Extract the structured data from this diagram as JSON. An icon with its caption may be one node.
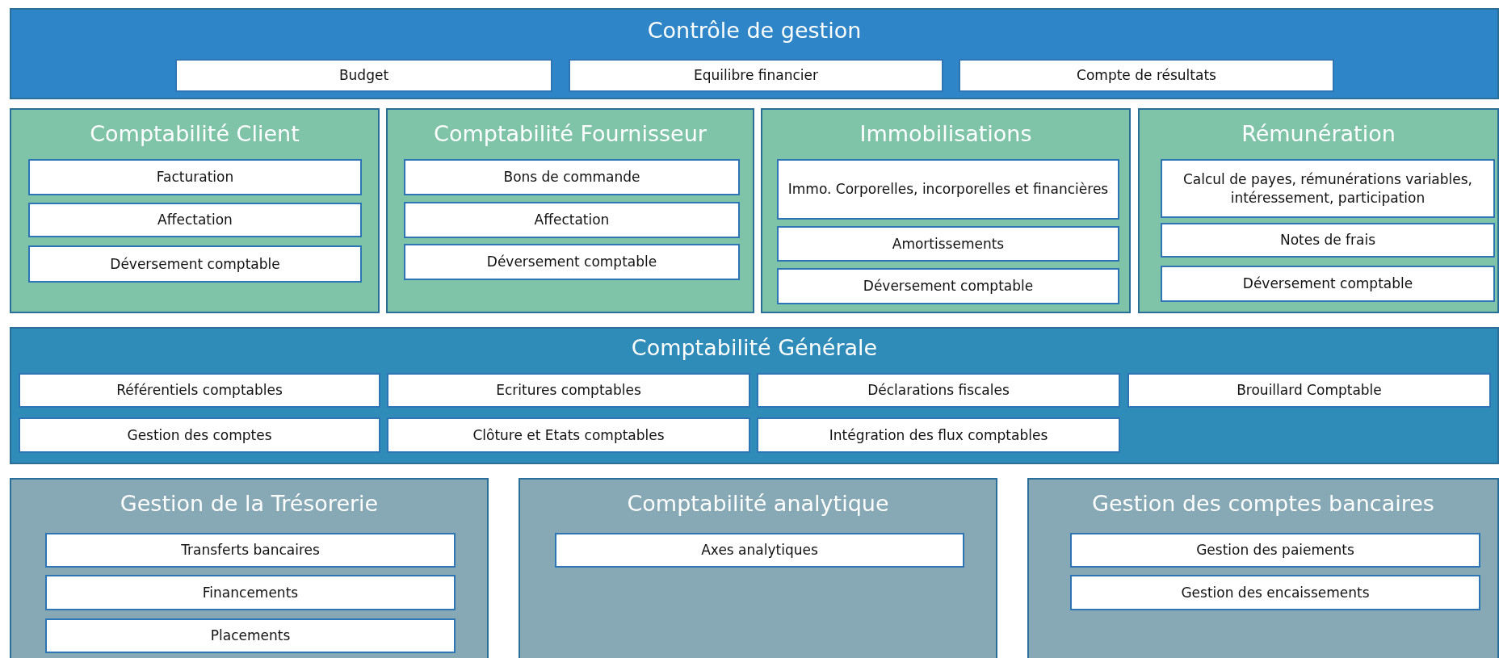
{
  "diagram": {
    "nodes": [
      {
        "text": [
          "Contrôle de gestion"
        ]
      },
      {
        "text": [
          "Budget"
        ],
        "in": 0
      },
      {
        "text": [
          "Equilibre financier"
        ],
        "in": 0
      },
      {
        "text": [
          "Compte de résultats"
        ],
        "in": 0
      },
      {
        "text": [
          "Comptabilité Client"
        ]
      },
      {
        "text": [
          "Facturation"
        ],
        "in": 4
      },
      {
        "text": [
          "Affectation"
        ],
        "in": 4
      },
      {
        "text": [
          "Déversement comptable"
        ],
        "in": 4
      },
      {
        "text": [
          "Comptabilité Fournisseur"
        ]
      },
      {
        "text": [
          "Bons de commande"
        ],
        "in": 8
      },
      {
        "text": [
          "Affectation"
        ],
        "in": 8
      },
      {
        "text": [
          "Déversement comptable"
        ],
        "in": 8
      },
      {
        "text": [
          "Immobilisations"
        ]
      },
      {
        "text": [
          "Immo. Corporelles, incorporelles et financières"
        ],
        "in": 12
      },
      {
        "text": [
          "Amortissements"
        ],
        "in": 12
      },
      {
        "text": [
          "Déversement comptable"
        ],
        "in": 12
      },
      {
        "text": [
          "Rémunération"
        ]
      },
      {
        "text": [
          "Calcul de payes, rémunérations variables, intéressement, participation"
        ],
        "in": 16
      },
      {
        "text": [
          "Notes de frais"
        ],
        "in": 16
      },
      {
        "text": [
          "Déversement comptable"
        ],
        "in": 16
      },
      {
        "text": [
          "Comptabilité Générale"
        ]
      },
      {
        "text": [
          "Référentiels comptables"
        ],
        "in": 20
      },
      {
        "text": [
          "Ecritures comptables"
        ],
        "in": 20
      },
      {
        "text": [
          "Déclarations fiscales"
        ],
        "in": 20
      },
      {
        "text": [
          "Brouillard Comptable"
        ],
        "in": 20
      },
      {
        "text": [
          "Gestion des comptes"
        ],
        "in": 20
      },
      {
        "text": [
          "Clôture et Etats comptables"
        ],
        "in": 20
      },
      {
        "text": [
          "Intégration des flux comptables"
        ],
        "in": 20
      },
      {
        "text": [
          "Gestion de la Trésorerie"
        ]
      },
      {
        "text": [
          "Transferts bancaires"
        ],
        "in": 28
      },
      {
        "text": [
          "Financements"
        ],
        "in": 28
      },
      {
        "text": [
          "Placements"
        ],
        "in": 28
      },
      {
        "text": [
          "Comptabilité analytique"
        ]
      },
      {
        "text": [
          "Axes analytiques"
        ],
        "in": 32
      },
      {
        "text": [
          "Gestion des comptes bancaires"
        ]
      },
      {
        "text": [
          "Gestion des paiements"
        ],
        "in": 34
      },
      {
        "text": [
          "Gestion des encaissements"
        ],
        "in": 34
      }
    ]
  }
}
